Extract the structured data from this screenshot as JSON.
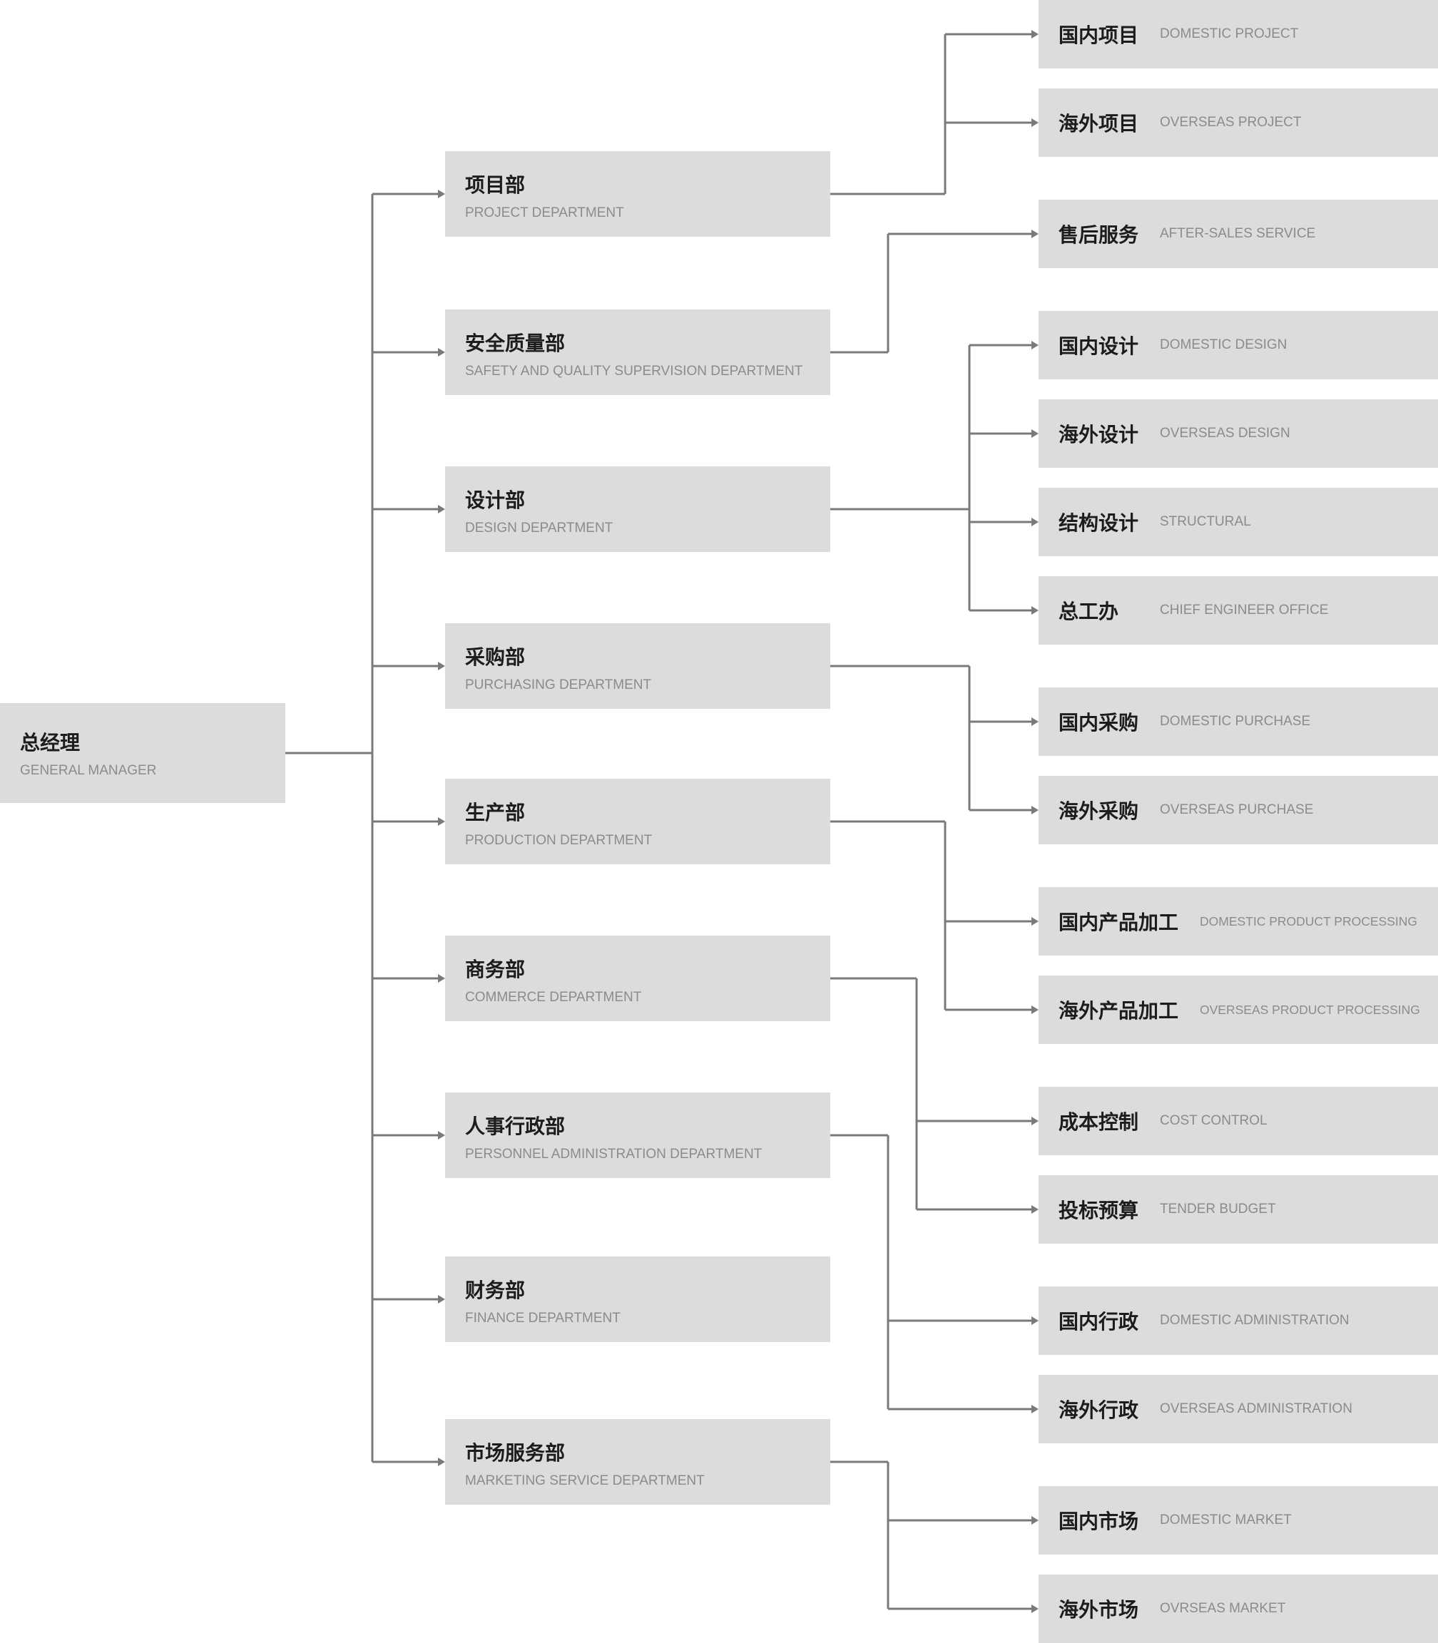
{
  "root": {
    "cn": "总经理",
    "en": "GENERAL MANAGER"
  },
  "departments": [
    {
      "cn": "项目部",
      "en": "PROJECT DEPARTMENT"
    },
    {
      "cn": "安全质量部",
      "en": "SAFETY AND QUALITY SUPERVISION DEPARTMENT"
    },
    {
      "cn": "设计部",
      "en": "DESIGN DEPARTMENT"
    },
    {
      "cn": "采购部",
      "en": "PURCHASING DEPARTMENT"
    },
    {
      "cn": "生产部",
      "en": "PRODUCTION  DEPARTMENT"
    },
    {
      "cn": "商务部",
      "en": "COMMERCE DEPARTMENT"
    },
    {
      "cn": "人事行政部",
      "en": "PERSONNEL ADMINISTRATION DEPARTMENT"
    },
    {
      "cn": "财务部",
      "en": "FINANCE DEPARTMENT"
    },
    {
      "cn": "市场服务部",
      "en": "MARKETING SERVICE DEPARTMENT"
    }
  ],
  "units": [
    {
      "cn": "国内项目",
      "en": "DOMESTIC PROJECT",
      "parent": 0
    },
    {
      "cn": "海外项目",
      "en": "OVERSEAS PROJECT",
      "parent": 0
    },
    {
      "cn": "售后服务",
      "en": "AFTER-SALES SERVICE",
      "parent": 1
    },
    {
      "cn": "国内设计",
      "en": "DOMESTIC DESIGN",
      "parent": 2
    },
    {
      "cn": "海外设计",
      "en": "OVERSEAS DESIGN",
      "parent": 2
    },
    {
      "cn": "结构设计",
      "en": "STRUCTURAL",
      "parent": 2
    },
    {
      "cn": "总工办",
      "en": "CHIEF ENGINEER OFFICE",
      "parent": 2
    },
    {
      "cn": "国内采购",
      "en": "DOMESTIC PURCHASE",
      "parent": 3
    },
    {
      "cn": "海外采购",
      "en": "OVERSEAS PURCHASE",
      "parent": 3
    },
    {
      "cn": "国内产品加工",
      "en": "DOMESTIC PRODUCT PROCESSING",
      "parent": 4
    },
    {
      "cn": "海外产品加工",
      "en": "OVERSEAS PRODUCT PROCESSING",
      "parent": 4
    },
    {
      "cn": "成本控制",
      "en": "COST CONTROL",
      "parent": 5
    },
    {
      "cn": "投标预算",
      "en": "TENDER BUDGET",
      "parent": 5
    },
    {
      "cn": "国内行政",
      "en": "DOMESTIC ADMINISTRATION",
      "parent": 6
    },
    {
      "cn": "海外行政",
      "en": "OVERSEAS ADMINISTRATION",
      "parent": 6
    },
    {
      "cn": "国内市场",
      "en": "DOMESTIC MARKET",
      "parent": 8
    },
    {
      "cn": "海外市场",
      "en": "OVRSEAS MARKET",
      "parent": 8
    }
  ],
  "colors": {
    "box": "#dcdcdc",
    "line": "#7a7a7a",
    "title": "#1c1c1c",
    "subtitle": "#8b8b8b"
  }
}
